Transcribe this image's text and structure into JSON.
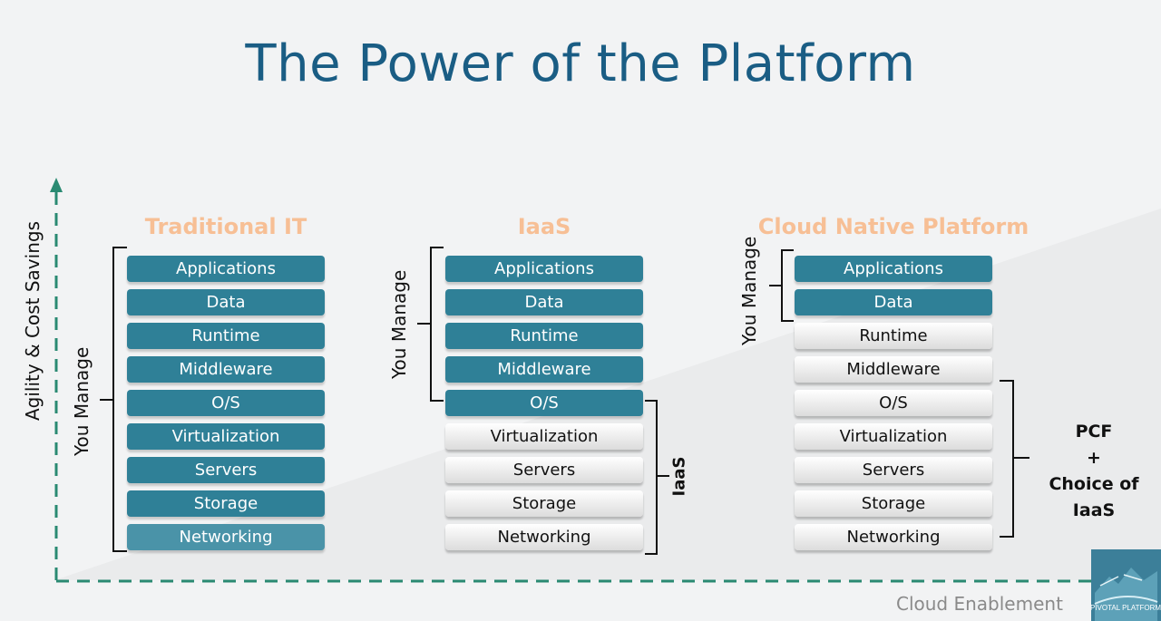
{
  "title": "The Power of the Platform",
  "y_axis_label": "Agility & Cost Savings",
  "footer": "Cloud Enablement",
  "logo_text": "PIVOTAL PLATFORM",
  "colors": {
    "title": "#1a5d84",
    "managed": "#2f8097",
    "column_title": "#f7bf95",
    "axis": "#2a8a72"
  },
  "columns": [
    {
      "title": "Traditional IT",
      "bracket_label": "You Manage",
      "layers": [
        {
          "label": "Applications",
          "managed": true
        },
        {
          "label": "Data",
          "managed": true
        },
        {
          "label": "Runtime",
          "managed": true
        },
        {
          "label": "Middleware",
          "managed": true
        },
        {
          "label": "O/S",
          "managed": true
        },
        {
          "label": "Virtualization",
          "managed": true
        },
        {
          "label": "Servers",
          "managed": true
        },
        {
          "label": "Storage",
          "managed": true
        },
        {
          "label": "Networking",
          "managed": true
        }
      ]
    },
    {
      "title": "IaaS",
      "bracket_label": "You Manage",
      "provider_label": "IaaS",
      "layers": [
        {
          "label": "Applications",
          "managed": true
        },
        {
          "label": "Data",
          "managed": true
        },
        {
          "label": "Runtime",
          "managed": true
        },
        {
          "label": "Middleware",
          "managed": true
        },
        {
          "label": "O/S",
          "managed": true
        },
        {
          "label": "Virtualization",
          "managed": false
        },
        {
          "label": "Servers",
          "managed": false
        },
        {
          "label": "Storage",
          "managed": false
        },
        {
          "label": "Networking",
          "managed": false
        }
      ]
    },
    {
      "title": "Cloud Native Platform",
      "bracket_label": "You Manage",
      "provider_label_lines": [
        "PCF",
        "+",
        "Choice of",
        "IaaS"
      ],
      "layers": [
        {
          "label": "Applications",
          "managed": true
        },
        {
          "label": "Data",
          "managed": true
        },
        {
          "label": "Runtime",
          "managed": false
        },
        {
          "label": "Middleware",
          "managed": false
        },
        {
          "label": "O/S",
          "managed": false
        },
        {
          "label": "Virtualization",
          "managed": false
        },
        {
          "label": "Servers",
          "managed": false
        },
        {
          "label": "Storage",
          "managed": false
        },
        {
          "label": "Networking",
          "managed": false
        }
      ]
    }
  ]
}
